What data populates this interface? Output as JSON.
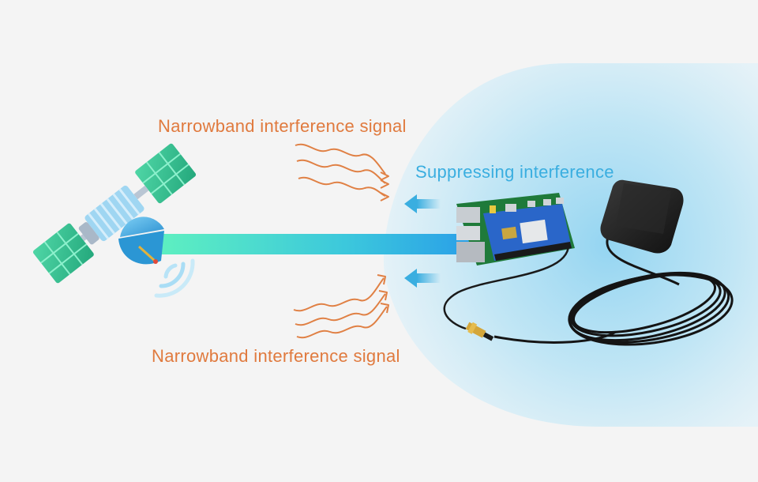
{
  "labels": {
    "narrowband_top": "Narrowband interference signal",
    "narrowband_bottom": "Narrowband interference signal",
    "suppressing": "Suppressing interference"
  },
  "colors": {
    "background": "#f4f4f4",
    "interference": "#e07a3e",
    "suppression": "#3aaee0",
    "beam_start": "#3fe0b0",
    "beam_end": "#2aa8e6",
    "satellite_panel": "#2fbf8f",
    "antenna": "#1d1d1d"
  },
  "icons": {
    "satellite": "satellite-icon",
    "receiver_board": "gps-hat-board",
    "antenna": "gps-antenna-icon"
  }
}
